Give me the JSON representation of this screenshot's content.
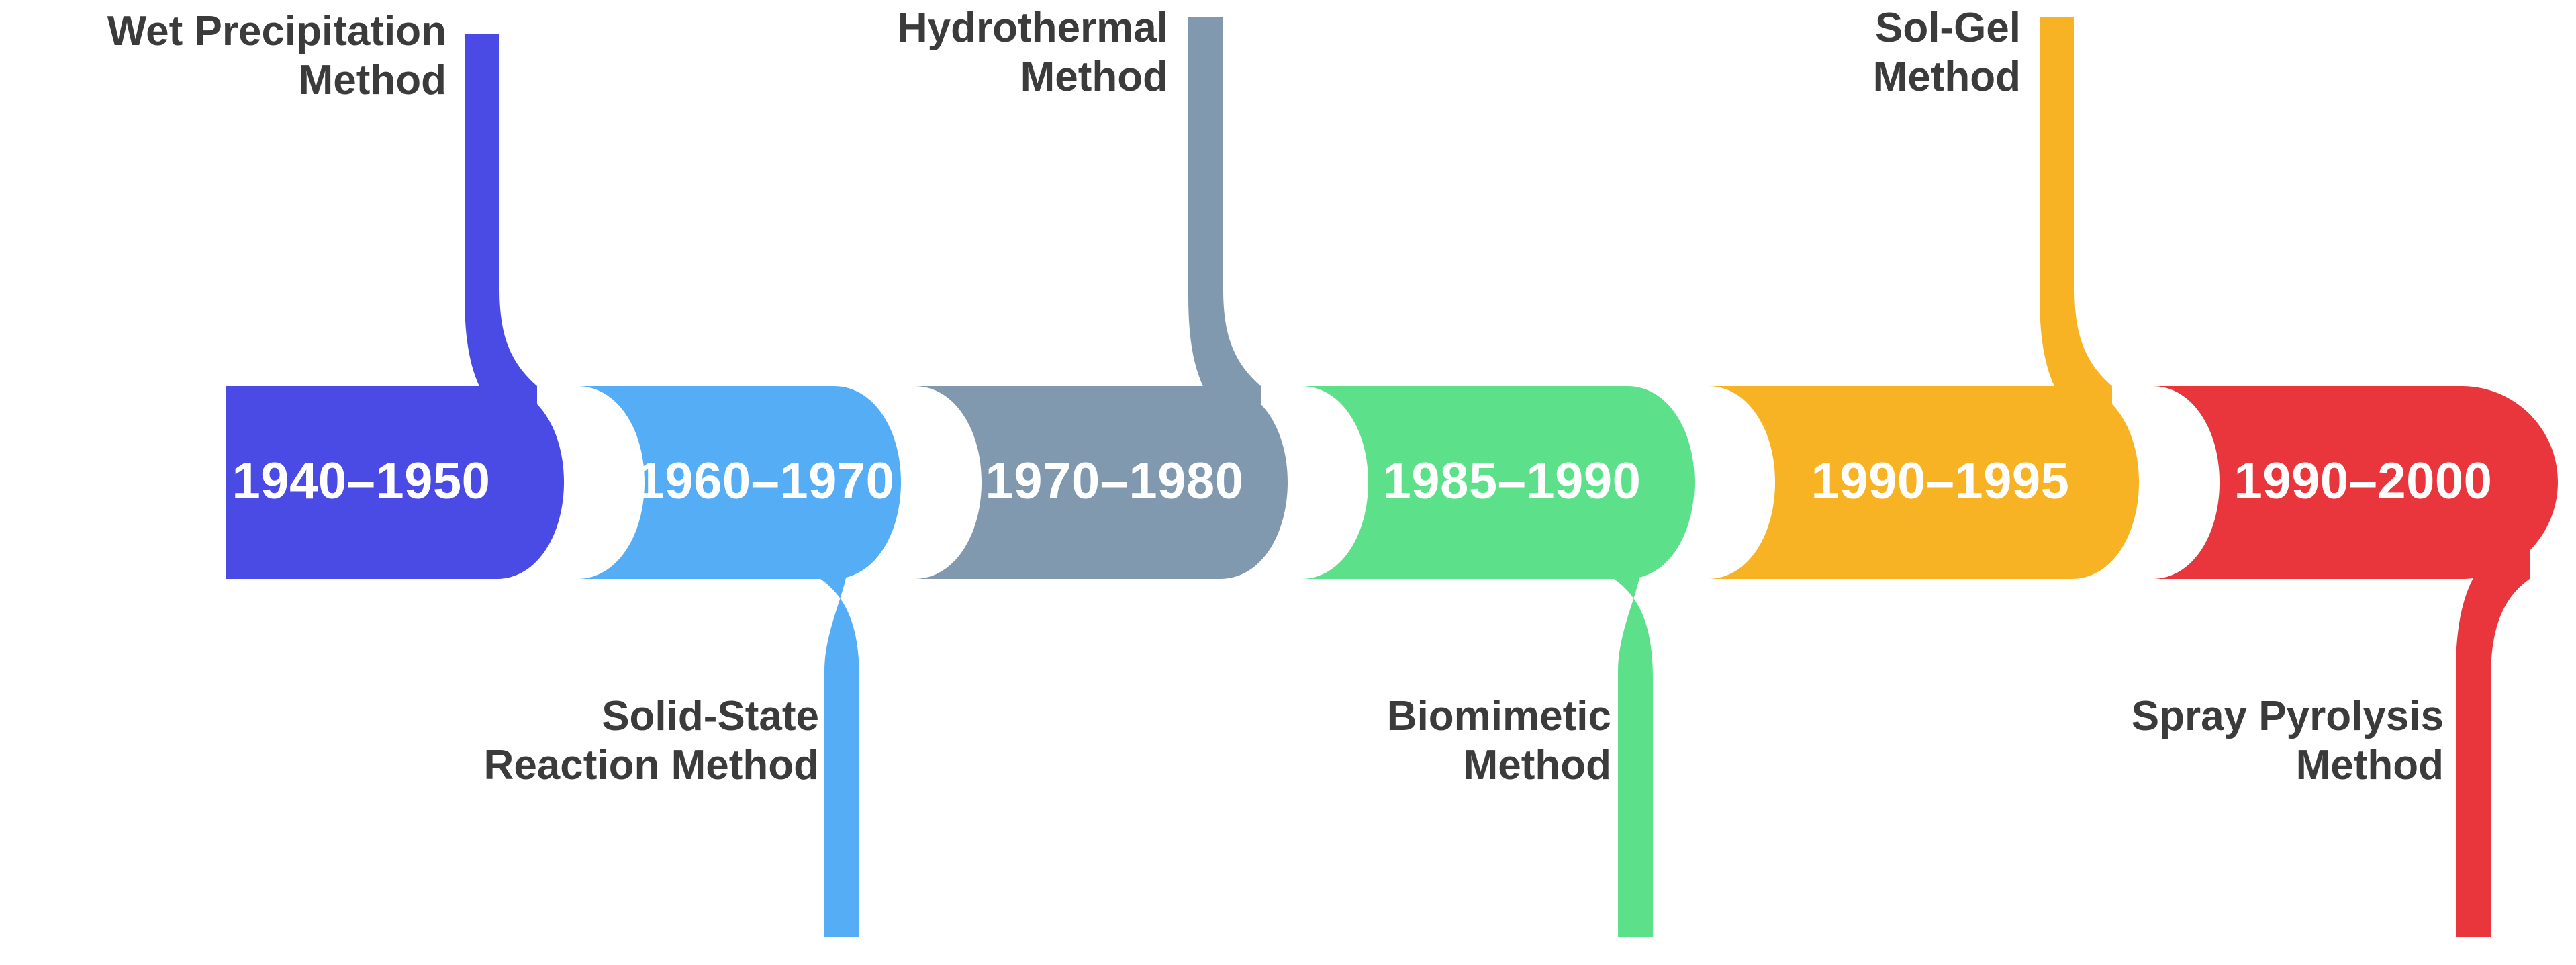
{
  "diagram": {
    "type": "timeline",
    "orientation": "horizontal",
    "background_color": "#ffffff",
    "label_text_color": "#3b3b3b",
    "period_text_color": "#ffffff",
    "segment_count": 6,
    "segments": [
      {
        "period": "1940–1950",
        "method": "Wet Precipitation\nMethod",
        "color": "#4a4ae4",
        "connector_side": "top",
        "label_align": "right"
      },
      {
        "period": "1960–1970",
        "method": "Solid-State\nReaction Method",
        "color": "#55adf5",
        "connector_side": "bottom",
        "label_align": "right"
      },
      {
        "period": "1970–1980",
        "method": "Hydrothermal\nMethod",
        "color": "#8099af",
        "connector_side": "top",
        "label_align": "right"
      },
      {
        "period": "1985–1990",
        "method": "Biomimetic\nMethod",
        "color": "#5ce08a",
        "connector_side": "bottom",
        "label_align": "right"
      },
      {
        "period": "1990–1995",
        "method": "Sol-Gel\nMethod",
        "color": "#f7b324",
        "connector_side": "top",
        "label_align": "right"
      },
      {
        "period": "1990–2000",
        "method": "Spray Pyrolysis\nMethod",
        "color": "#e8363c",
        "connector_side": "bottom",
        "label_align": "right"
      }
    ]
  }
}
